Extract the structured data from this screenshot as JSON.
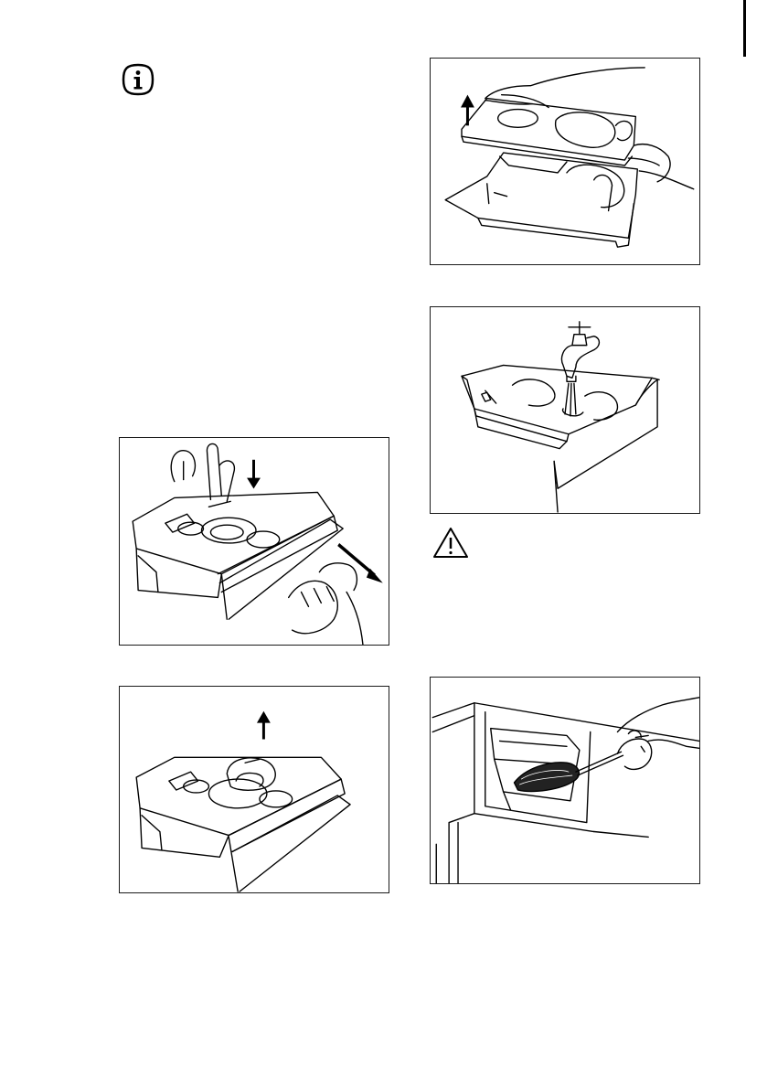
{
  "page": {
    "icons": {
      "info": "info-icon",
      "warning": "warning-triangle-icon"
    },
    "figures": [
      "dispenser-tray-press-release-pull",
      "dispenser-tray-remove-insert",
      "dispenser-tray-separate-parts",
      "dispenser-tray-rinse-under-tap",
      "dispenser-recess-clean-with-brush"
    ]
  }
}
